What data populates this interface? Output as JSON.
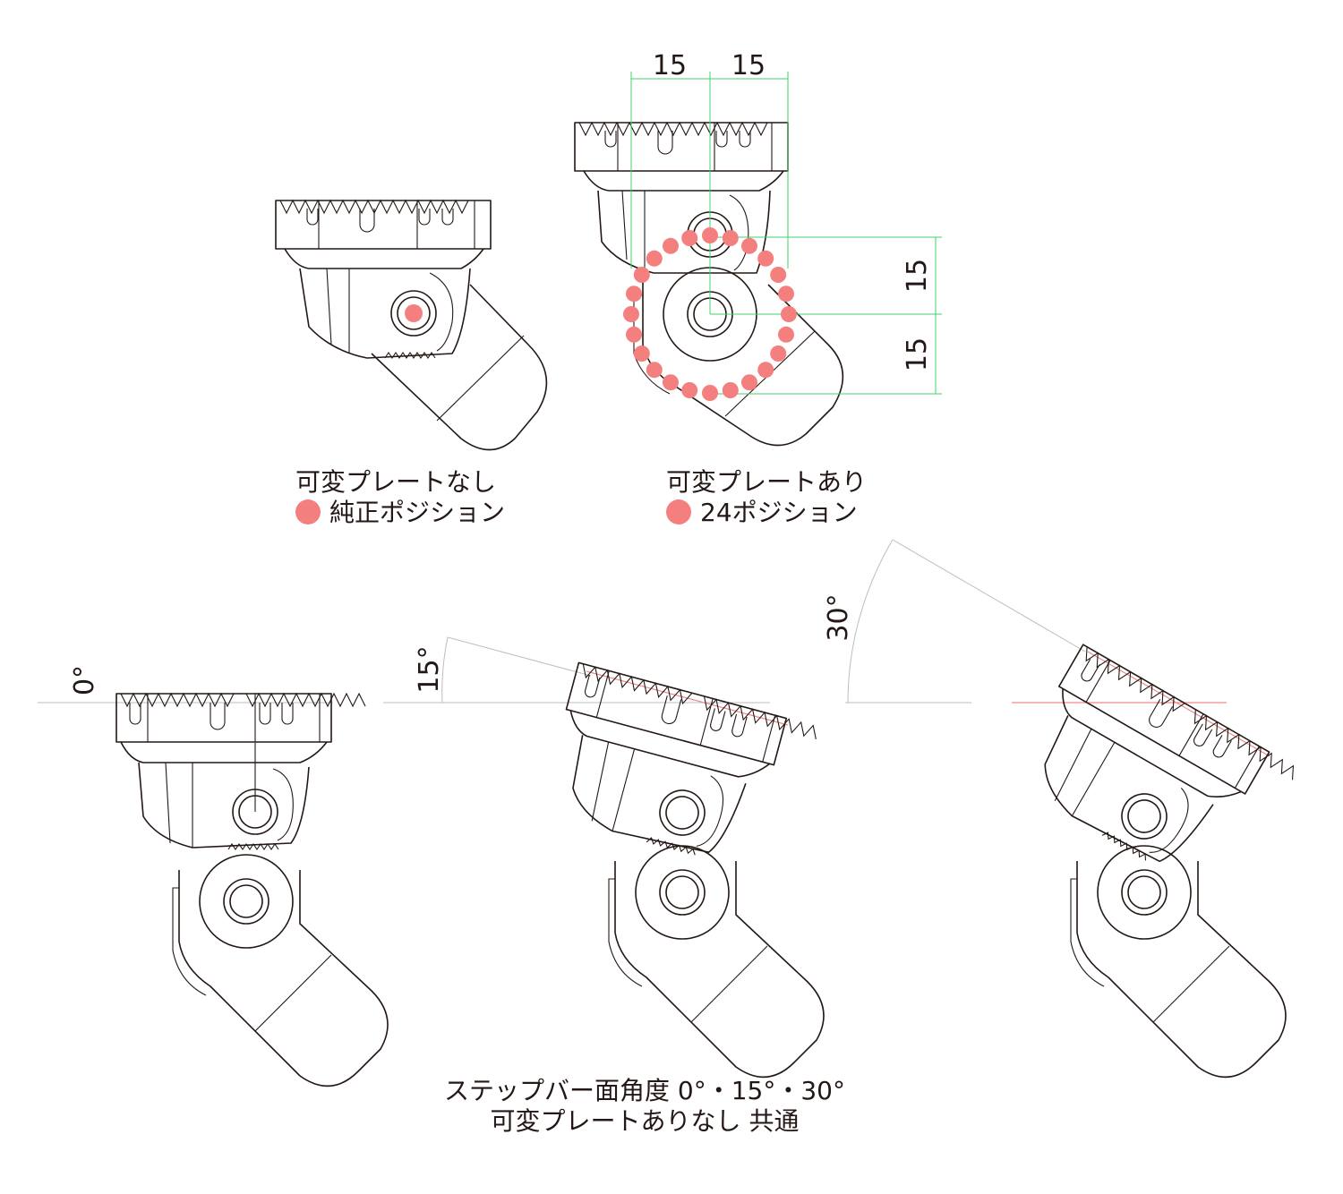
{
  "dimensions": {
    "top_left": "15",
    "top_right": "15",
    "side_upper": "15",
    "side_lower": "15"
  },
  "captions": {
    "without_plate_title": "可変プレートなし",
    "without_plate_legend": "純正ポジション",
    "with_plate_title": "可変プレートあり",
    "with_plate_legend": "24ポジション"
  },
  "angles": {
    "a0": "0°",
    "a15": "15°",
    "a30": "30°"
  },
  "footer": {
    "line1": "ステップバー面角度 0°・15°・30°",
    "line2": "可変プレートありなし 共通"
  },
  "positions_count": 24,
  "colors": {
    "marker": "#f47f7f",
    "guide": "#44d06a",
    "outline": "#231815",
    "reference": "#bdbdbd"
  }
}
